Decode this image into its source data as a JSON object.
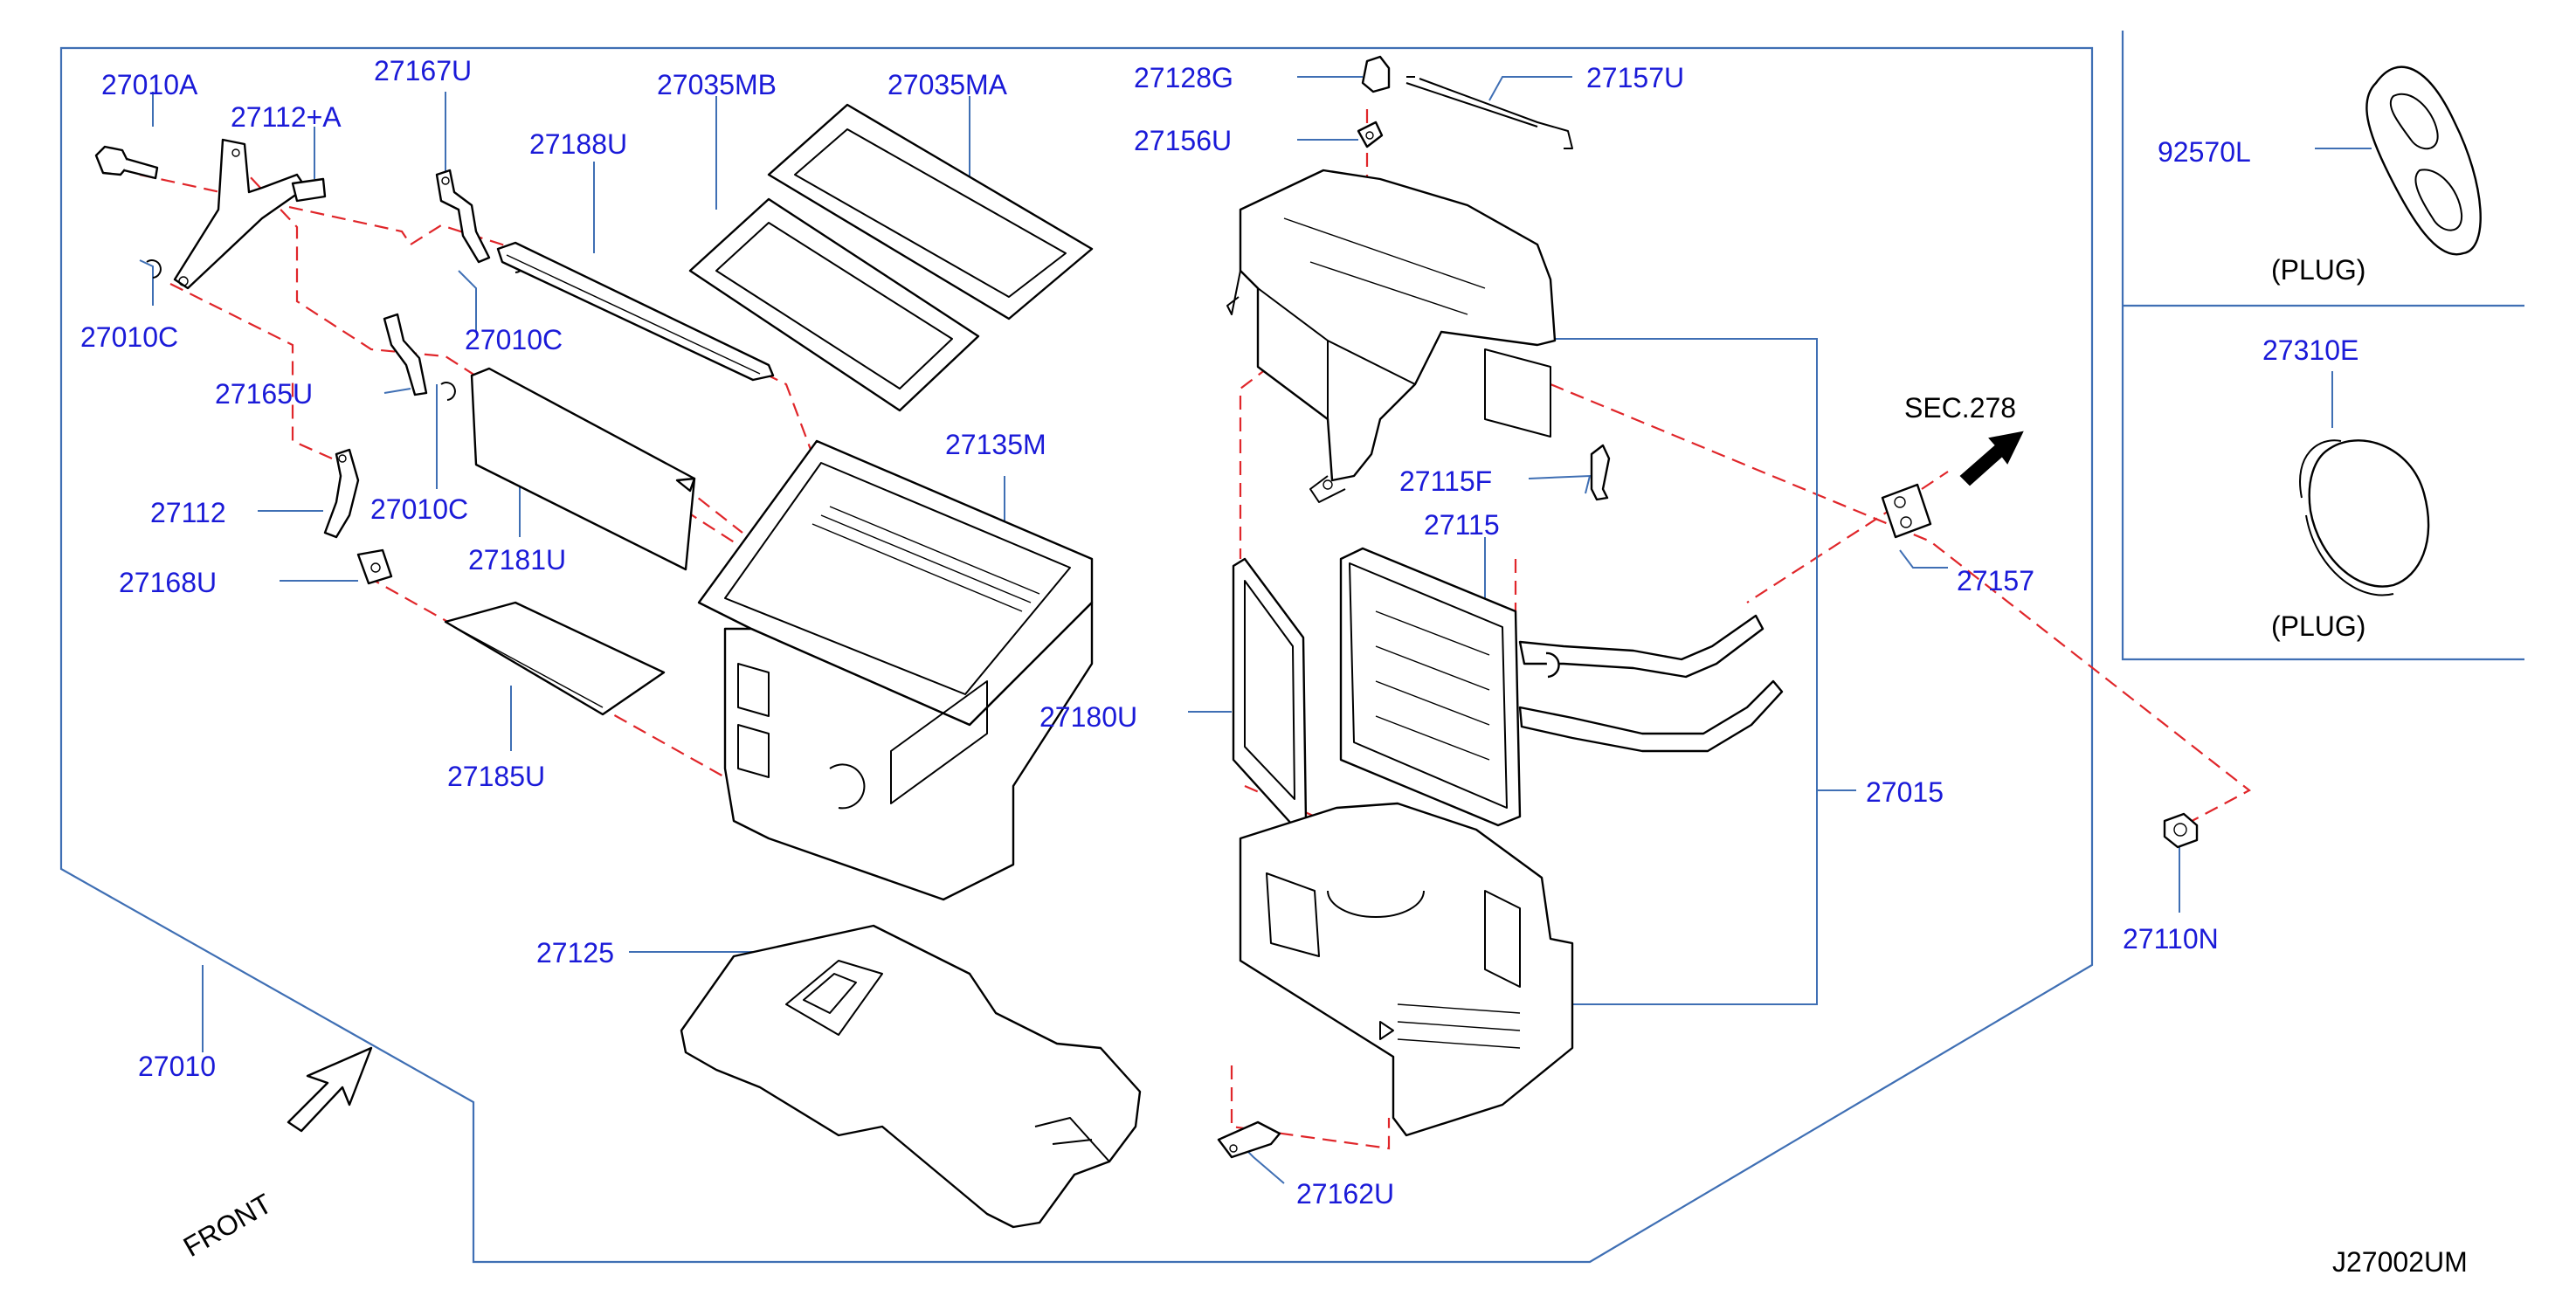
{
  "labels": {
    "p27010A": "27010A",
    "p27112A": "27112+A",
    "p27167U": "27167U",
    "p27188U": "27188U",
    "p27035MB": "27035MB",
    "p27035MA": "27035MA",
    "p27128G": "27128G",
    "p27156U": "27156U",
    "p27157U": "27157U",
    "p92570L": "92570L",
    "plug1": "(PLUG)",
    "p27310E": "27310E",
    "plug2": "(PLUG)",
    "p27010C_a": "27010C",
    "p27010C_b": "27010C",
    "p27165U": "27165U",
    "p27010C_c": "27010C",
    "p27112": "27112",
    "p27181U": "27181U",
    "p27168U": "27168U",
    "p27135M": "27135M",
    "p27185U": "27185U",
    "p27115F": "27115F",
    "p27115": "27115",
    "sec278": "SEC.278",
    "p27157": "27157",
    "p27180U": "27180U",
    "p27015": "27015",
    "p27110N": "27110N",
    "p27125": "27125",
    "p27010": "27010",
    "front": "FRONT",
    "p27162U": "27162U",
    "diagram_code": "J27002UM"
  },
  "colors": {
    "label": "#1a1ad8",
    "frame": "#3f6fb4",
    "dashed_guide": "#e0262a",
    "part_outline": "#000000"
  }
}
